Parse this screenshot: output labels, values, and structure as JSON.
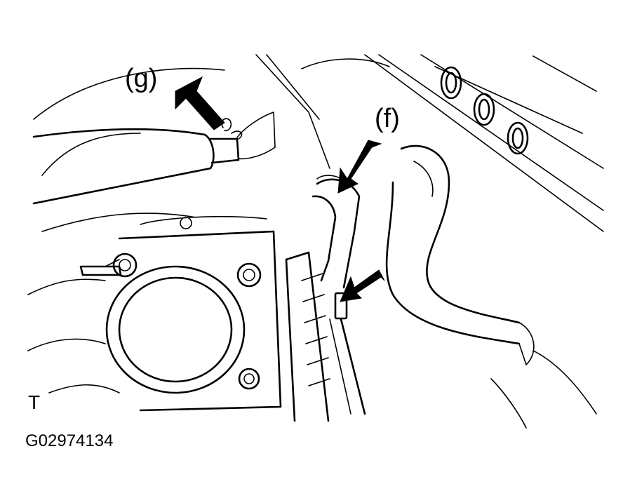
{
  "labels": {
    "g": "(g)",
    "f": "(f)",
    "t": "T",
    "figure_code": "G02974134"
  },
  "colors": {
    "line": "#000000",
    "background": "#ffffff"
  }
}
